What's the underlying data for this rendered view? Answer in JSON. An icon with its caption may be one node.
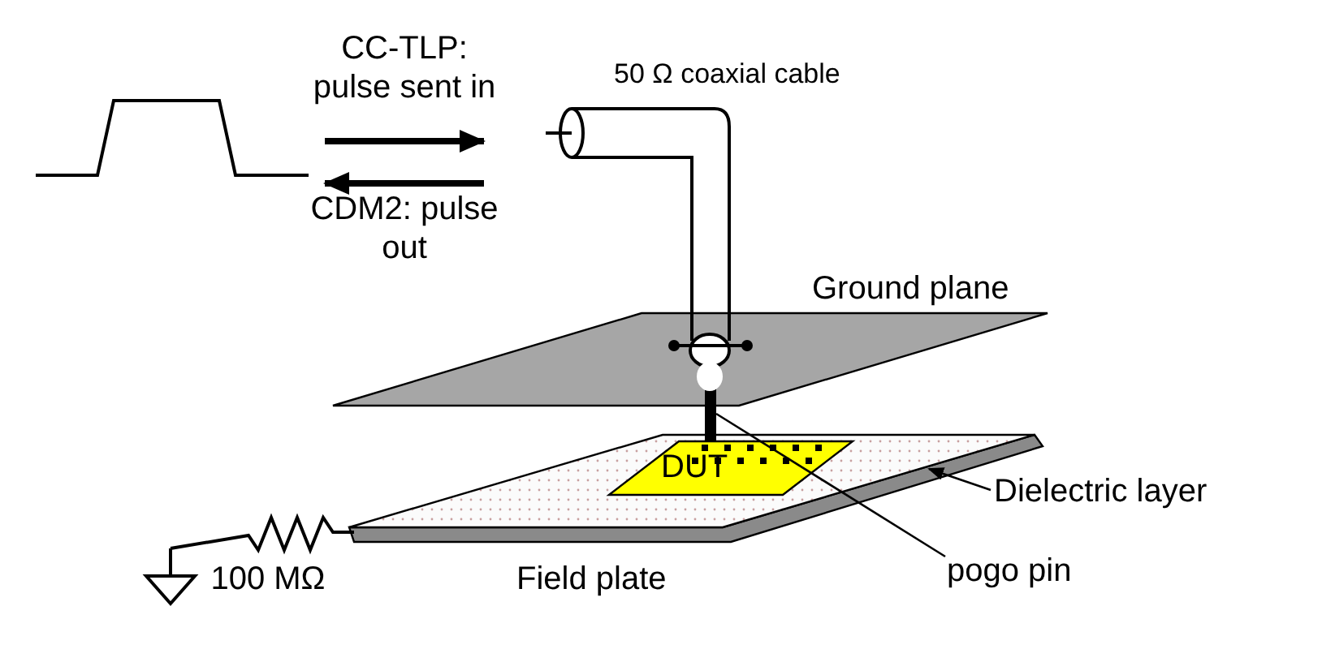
{
  "diagram": {
    "nodes": [
      {
        "text": [
          "50 Ω coaxial cable"
        ]
      },
      {
        "text": [
          "Ground plane"
        ]
      },
      {
        "text": [
          "Field plate"
        ]
      },
      {
        "text": [],
        "shape": "box"
      },
      {
        "text": [
          "DUT"
        ],
        "in": 3
      },
      {
        "text": [],
        "shape": "bar"
      },
      {
        "text": [
          "Dielectric layer"
        ]
      },
      {
        "text": [
          "pogo pin"
        ]
      }
    ],
    "edges": [
      {
        "from": 6,
        "to": 3,
        "arrow": "to"
      },
      {
        "from": 7,
        "to": 5,
        "arrow": "none"
      }
    ],
    "labels": [
      "CC-TLP: pulse sent in",
      "CDM2: pulse out",
      "100 MΩ"
    ]
  }
}
